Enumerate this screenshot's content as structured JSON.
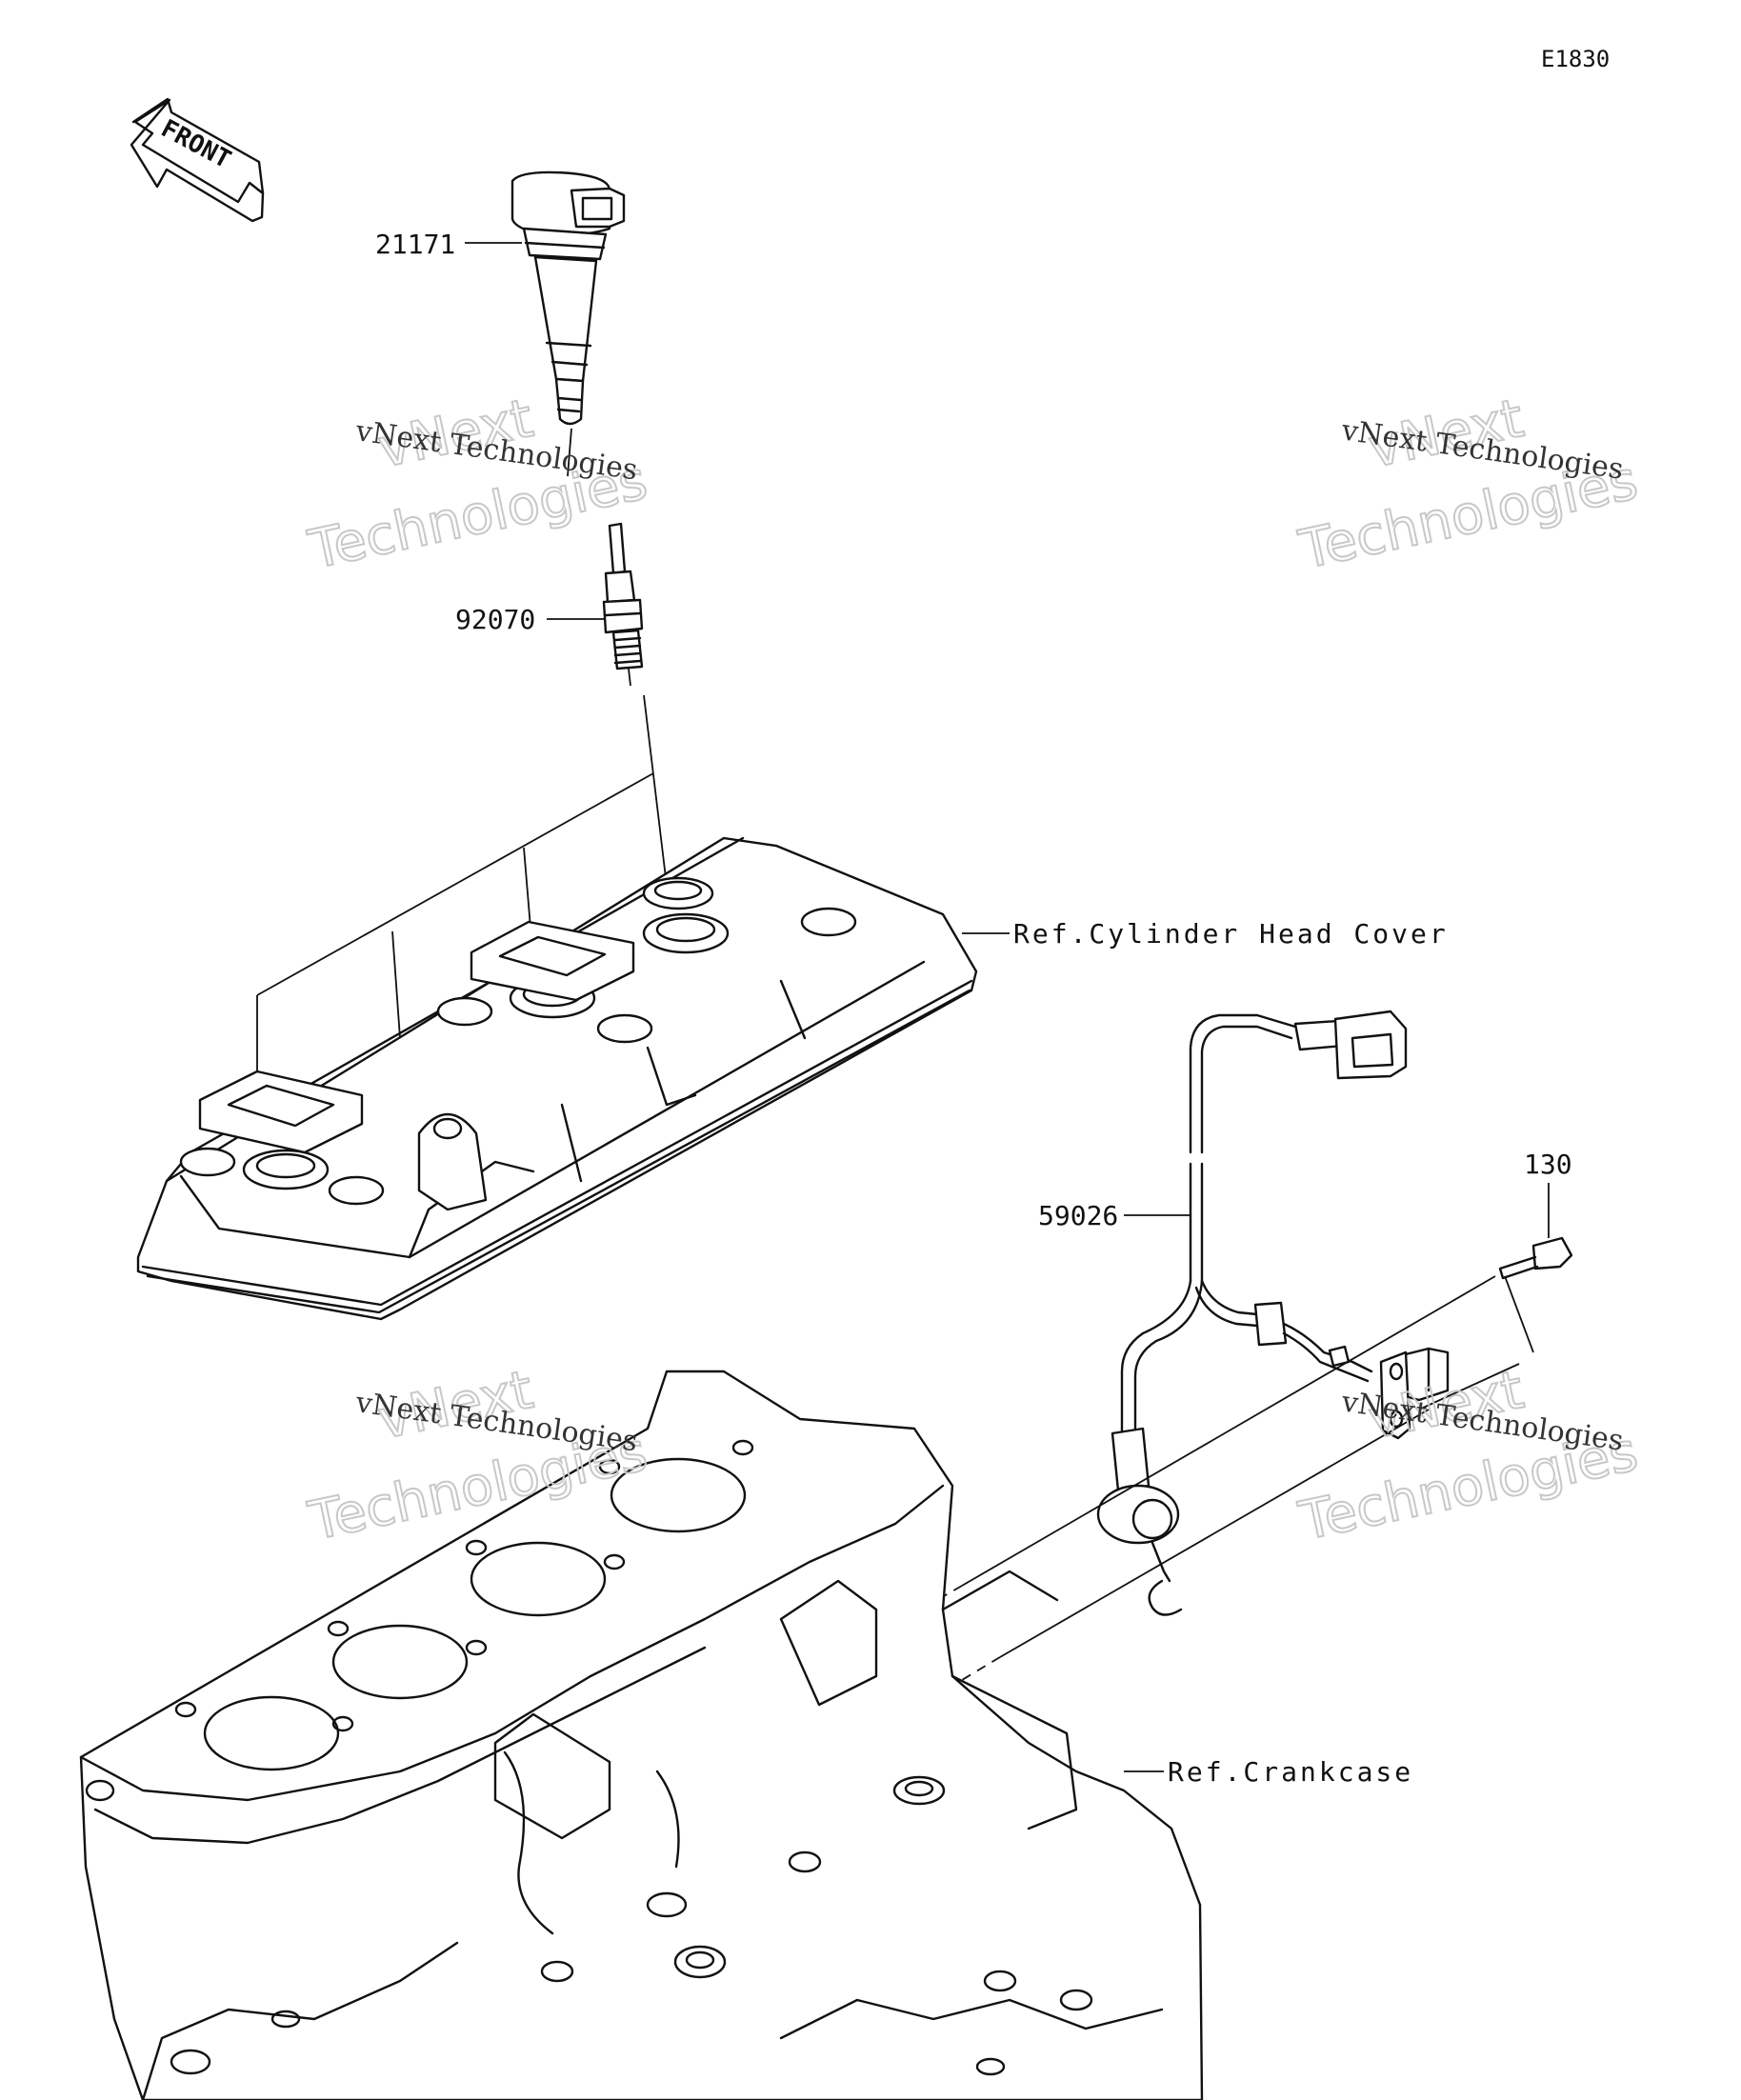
{
  "diagram_code": "E1830",
  "front_label": "FRONT",
  "parts": [
    {
      "number": "21171",
      "name": "ignition-coil"
    },
    {
      "number": "92070",
      "name": "spark-plug"
    },
    {
      "number": "59026",
      "name": "sensor-harness"
    },
    {
      "number": "130",
      "name": "bolt"
    }
  ],
  "references": {
    "cylinder_head_cover": "Ref.Cylinder Head Cover",
    "crankcase": "Ref.Crankcase"
  },
  "watermark": {
    "line_small": "vNext Technologies",
    "line_big_1": "vNext",
    "line_big_2": "Technologies"
  }
}
